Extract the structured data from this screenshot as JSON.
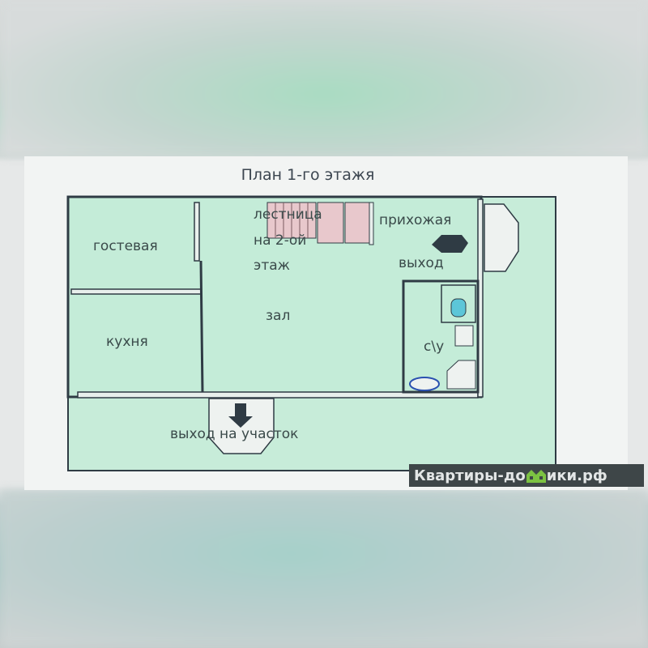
{
  "plan": {
    "title": "План 1-го этажя",
    "rooms": {
      "guest": "гостевая",
      "kitchen": "кухня",
      "hall": "зал",
      "stairs_line1": "лестница",
      "stairs_line2": "на 2-ой",
      "stairs_line3": "этаж",
      "entry": "прихожая",
      "exit": "выход",
      "bathroom": "с\\у",
      "yard_exit": "выход на участок"
    }
  },
  "watermark": {
    "text": "Квартиры-домики.рф",
    "prefix": "Квартиры-до",
    "suffix": "ики.рф",
    "icon_color": "#7cc242"
  },
  "colors": {
    "room_fill": "#c4ecd8",
    "wall": "#2f3b44",
    "stairs": "#e8c8cc"
  }
}
